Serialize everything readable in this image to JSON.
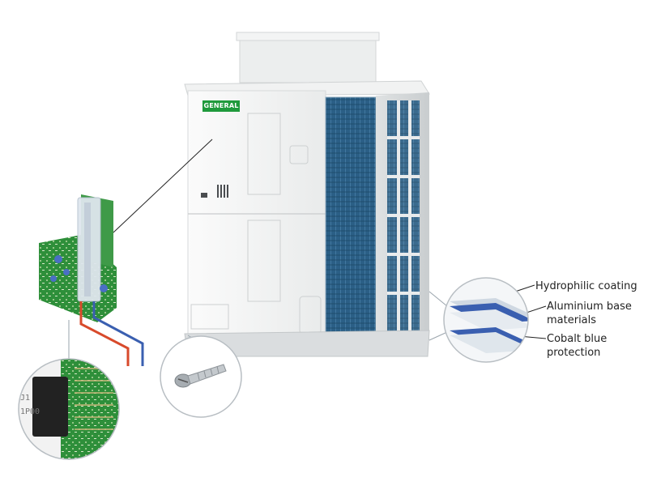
{
  "brand": {
    "logo_text": "GENERAL",
    "color": "#1f9a3c"
  },
  "callouts": {
    "hydrophilic": "Hydrophilic coating",
    "aluminium": "Aluminium base materials",
    "cobalt": "Cobalt blue protection"
  },
  "chip": {
    "line1": "J1",
    "line2": "1P00"
  },
  "colors": {
    "unit_body": "#f4f5f5",
    "coil": "#2b5f86",
    "pcb": "#2e8f3a",
    "cobalt": "#3a5fb0"
  },
  "icons": [
    "circuit-board-icon",
    "screw-icon",
    "heat-exchanger-fin-icon"
  ]
}
